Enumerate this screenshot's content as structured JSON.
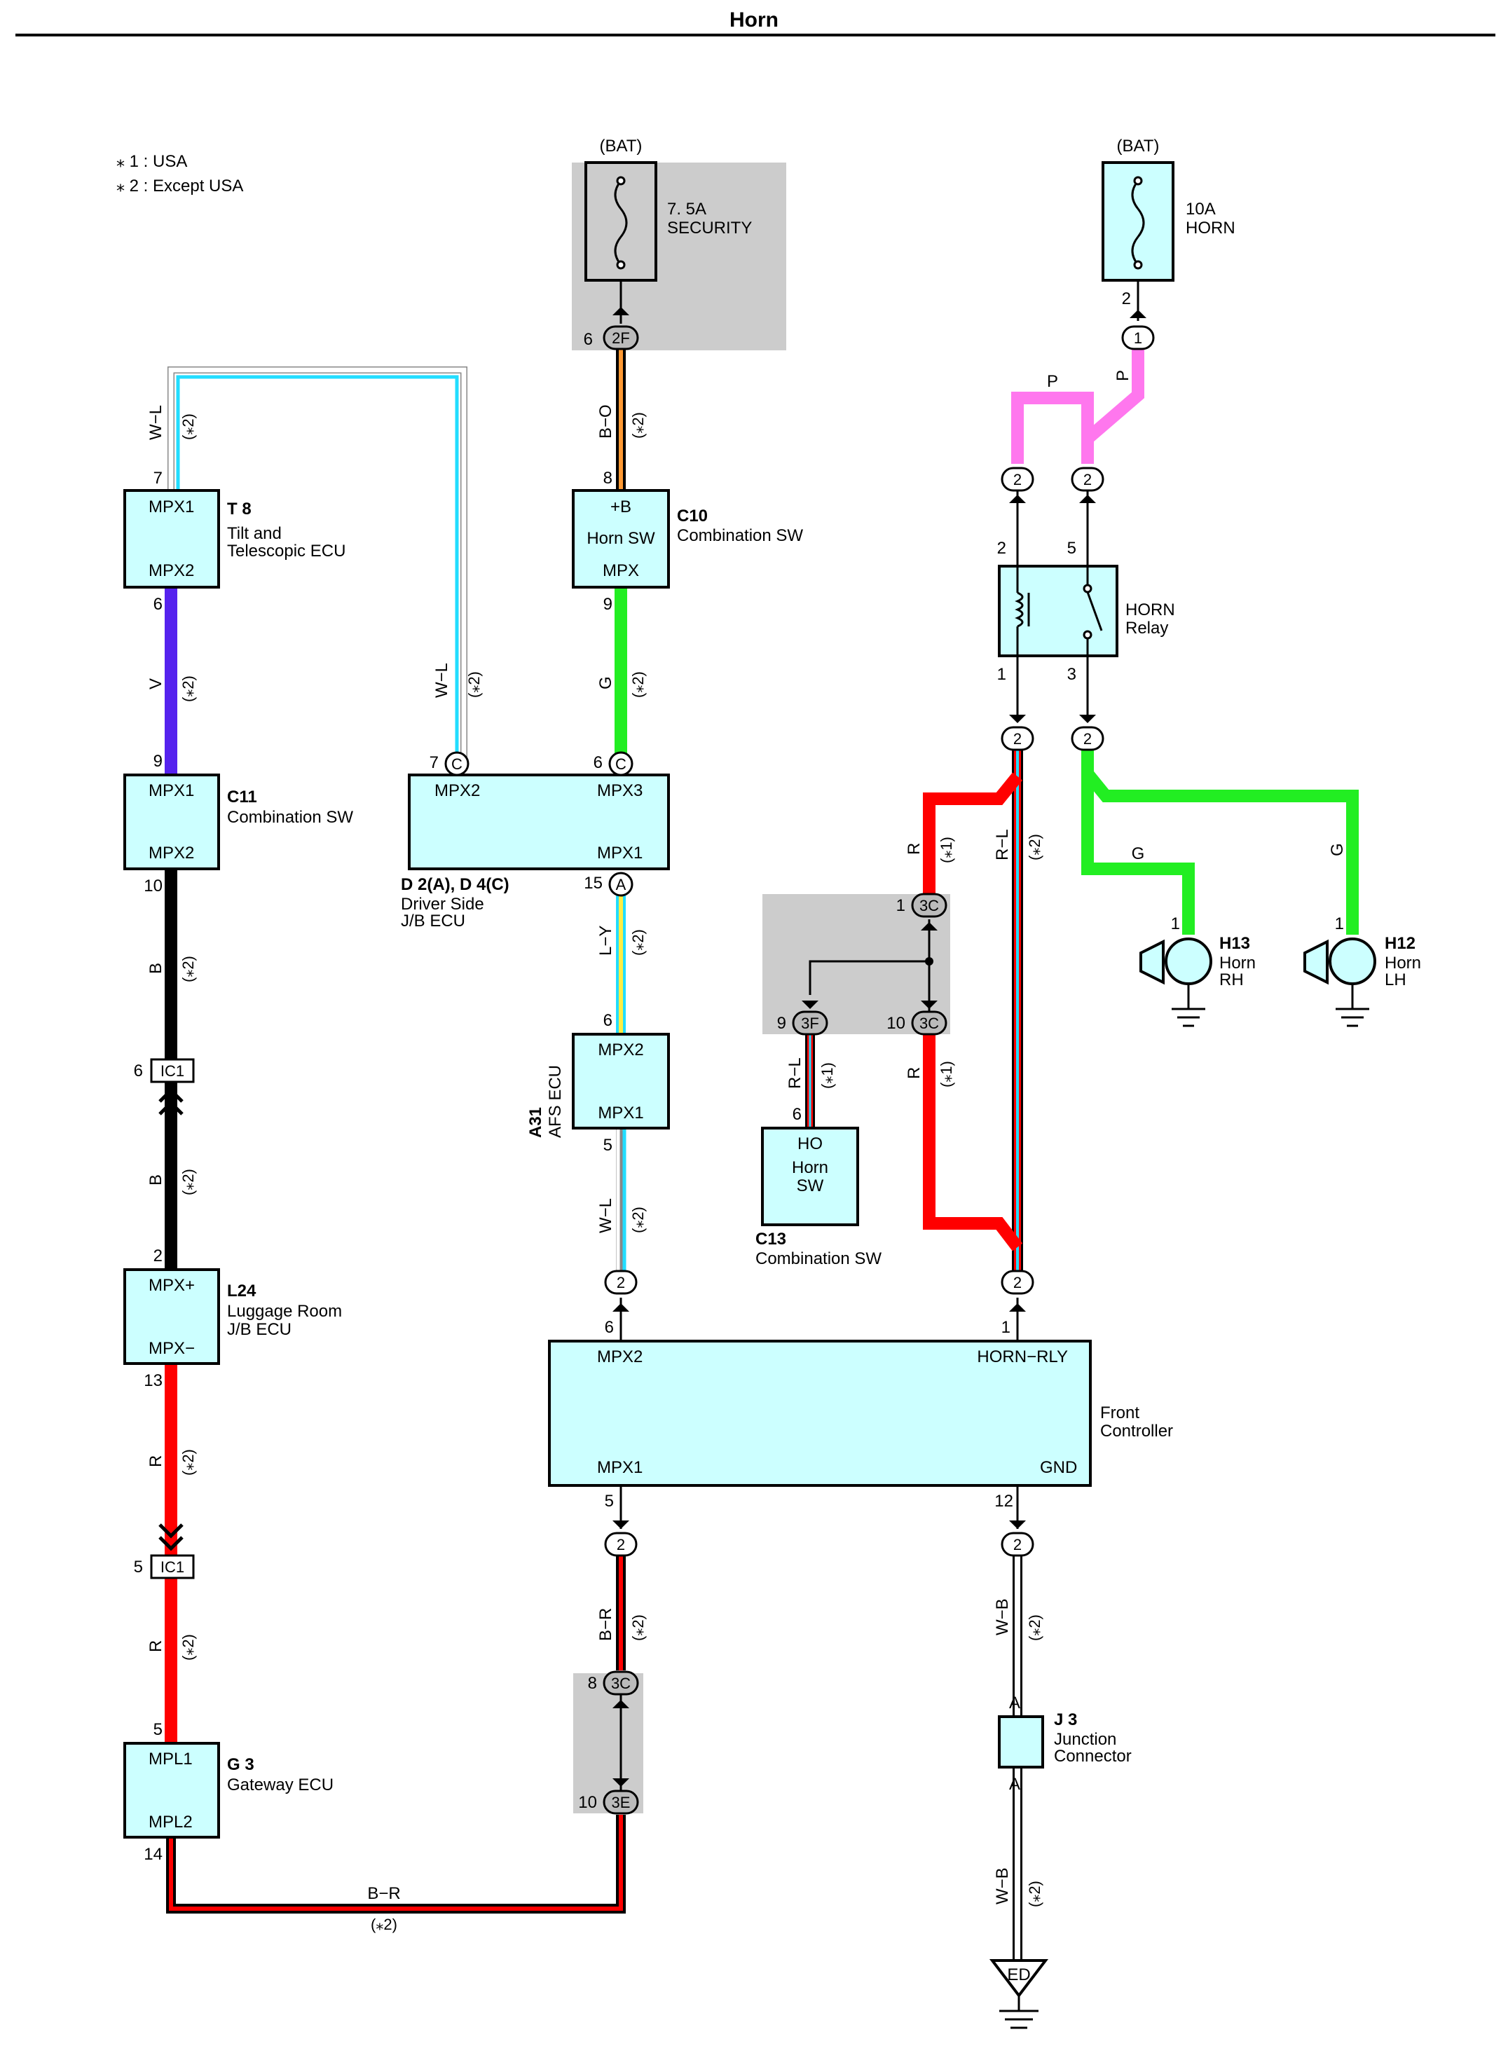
{
  "title": "Horn",
  "notes": [
    "⁎ 1 : USA",
    "⁎ 2 : Except USA"
  ],
  "colors": {
    "V": "#5522ee",
    "R": "#ff0000",
    "B": "#000000",
    "G": "#22ee22",
    "P": "#ff77ee",
    "W": "#ffffff",
    "L": "#22ddff",
    "O": "#ff9933",
    "Y": "#ffee44",
    "box_fill": "#ccffff",
    "shade": "#cccccc"
  },
  "components": {
    "t8": {
      "id": "T 8",
      "name1": "Tilt and",
      "name2": "Telescopic ECU",
      "pin_top": "MPX1",
      "pin_bottom": "MPX2"
    },
    "c11": {
      "id": "C11",
      "name": "Combination SW",
      "pin_top": "MPX1",
      "pin_bottom": "MPX2"
    },
    "l24": {
      "id": "L24",
      "name1": "Luggage Room",
      "name2": "J/B ECU",
      "pin_top": "MPX+",
      "pin_bottom": "MPX−"
    },
    "g3": {
      "id": "G 3",
      "name": "Gateway ECU",
      "pin_top": "MPL1",
      "pin_bottom": "MPL2"
    },
    "c10": {
      "id": "C10",
      "name": "Combination SW",
      "pin_top": "+B",
      "pin_mid": "Horn SW",
      "pin_bottom": "MPX"
    },
    "d2": {
      "id": "D 2(A), D 4(C)",
      "name1": "Driver Side",
      "name2": "J/B ECU",
      "pin_mpx2": "MPX2",
      "pin_mpx3": "MPX3",
      "pin_mpx1": "MPX1"
    },
    "a31": {
      "id": "A31",
      "name": "AFS ECU",
      "pin_top": "MPX2",
      "pin_bottom": "MPX1"
    },
    "c13": {
      "id": "C13",
      "name": "Combination SW",
      "pin_top": "HO",
      "pin_mid": "Horn",
      "pin_bottom": "SW"
    },
    "front": {
      "name1": "Front",
      "name2": "Controller",
      "pin_tl": "MPX2",
      "pin_tr": "HORN−RLY",
      "pin_bl": "MPX1",
      "pin_br": "GND"
    },
    "j3": {
      "id": "J 3",
      "name1": "Junction",
      "name2": "Connector",
      "pin_a": "A"
    },
    "relay": {
      "name1": "HORN",
      "name2": "Relay"
    },
    "h13": {
      "id": "H13",
      "name1": "Horn",
      "name2": "RH"
    },
    "h12": {
      "id": "H12",
      "name1": "Horn",
      "name2": "LH"
    },
    "fuse_sec": {
      "bat": "(BAT)",
      "rating": "7. 5A",
      "name": "SECURITY"
    },
    "fuse_horn": {
      "bat": "(BAT)",
      "rating": "10A",
      "name": "HORN"
    },
    "ground_ed": "ED"
  },
  "wires": {
    "wl": "W−L",
    "v": "V",
    "b": "B",
    "r": "R",
    "bo": "B−O",
    "g": "G",
    "ly": "L−Y",
    "br": "B−R",
    "wb": "W−B",
    "rl": "R−L",
    "p": "P"
  },
  "notes_wire": {
    "n1": "(⁎1)",
    "n2": "(⁎2)"
  },
  "connectors": {
    "c": "C",
    "a": "A",
    "ic1": "IC1",
    "f2": "2F",
    "c3": "3C",
    "f3": "3F",
    "e3": "3E",
    "one": "1",
    "two": "2"
  },
  "pins": {
    "p1": "1",
    "p2": "2",
    "p3": "3",
    "p5": "5",
    "p6": "6",
    "p7": "7",
    "p8": "8",
    "p9": "9",
    "p10": "10",
    "p12": "12",
    "p13": "13",
    "p14": "14",
    "p15": "15"
  }
}
